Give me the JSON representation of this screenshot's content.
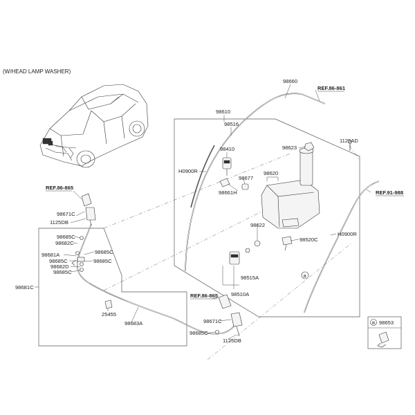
{
  "diagram": {
    "header_note": "(W/HEAD LAMP WASHER)",
    "labels": {
      "p98660": "98660",
      "ref_861": "REF.86-861",
      "p98610": "98610",
      "p98516": "98516",
      "p1125AD": "1125AD",
      "p98623": "98623",
      "p98410": "98410",
      "pH0900R_left": "H0900R",
      "p98620": "98620",
      "p98677": "98677",
      "p98661H": "98661H",
      "ref_988": "REF.91-988",
      "ref_865_top": "REF.86-865",
      "p98671C_top": "98671C",
      "p1125DB_top": "1125DB",
      "p98622": "98622",
      "pH0900R_right": "H0900R",
      "p98520C": "98520C",
      "p98685C_1": "98685C",
      "p98682C": "98682C",
      "p98685C_2": "98685C",
      "p98681A": "98681A",
      "p98685C_3": "98685C",
      "p98685C_4": "98685C",
      "p98682D": "98682D",
      "p98685C_5": "98685C",
      "p98681C": "98681C",
      "p98515A": "98515A",
      "p98510A": "98510A",
      "ref_865_bottom": "REF.86-865",
      "p25455": "25455",
      "p98683A": "98683A",
      "p98671C_bottom": "98671C",
      "p98685C_bottom": "98685C",
      "p1125DB_bottom": "1125DB",
      "callout_a": "a",
      "legend_letter": "a",
      "legend_part": "98653"
    }
  }
}
